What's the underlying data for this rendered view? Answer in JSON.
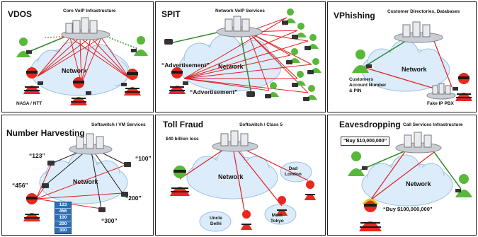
{
  "panels": {
    "vdos": {
      "title": "VDOS",
      "subtitle": "Core VoIP Infrastructure",
      "network_label": "Network",
      "attacker_label": "NASA / NTT"
    },
    "spit": {
      "title": "SPIT",
      "subtitle": "Network VoIP Services",
      "network_label": "Network",
      "quote_1": "“Advertisement”",
      "quote_2": "“Advertisement”"
    },
    "vphishing": {
      "title": "VPhishing",
      "subtitle": "Customer Directories, Databases",
      "network_label": "Network",
      "customer_label": [
        "Customers",
        "Account Number",
        "& PIN"
      ],
      "fake_pbx_label": "Fake IP PBX"
    },
    "number_harvesting": {
      "title": "Number Harvesting",
      "subtitle": "Softswitch / VM Services",
      "network_label": "Network",
      "numbers": [
        "“123”",
        "“100”",
        "“456”",
        "“200”",
        "“300”"
      ],
      "harvested_list": [
        "123",
        "456",
        "100",
        "200",
        "300"
      ]
    },
    "toll_fraud": {
      "title": "Toll Fraud",
      "subtitle": "Softswitch / Class 5",
      "loss_label": "$40 billion loss",
      "network_label": "Network",
      "dad_label": [
        "Dad",
        "London"
      ],
      "uncle_label": [
        "Uncle",
        "Delhi"
      ],
      "mom_label": [
        "Mom",
        "Tokyo"
      ]
    },
    "eavesdropping": {
      "title": "Eavesdropping",
      "subtitle": "Call Services Infrastructure",
      "network_label": "Network",
      "buy_small": "“Buy $10,000,000”",
      "buy_large": "“Buy $100,000,000”"
    }
  },
  "colors": {
    "attack_line": "#e02020",
    "legit_line": "#2e8b2e",
    "cloud_fill": "#dcecfb",
    "cloud_stroke": "#9cc0e2",
    "attacker_red": "#e8281e",
    "attacker_dark": "#1a1a1a",
    "user_green": "#58b83a",
    "number_box": "#2f6fb5"
  },
  "icons": [
    "server-rack-icon",
    "ip-phone-icon",
    "attacker-icon",
    "user-icon",
    "cloud-icon"
  ]
}
